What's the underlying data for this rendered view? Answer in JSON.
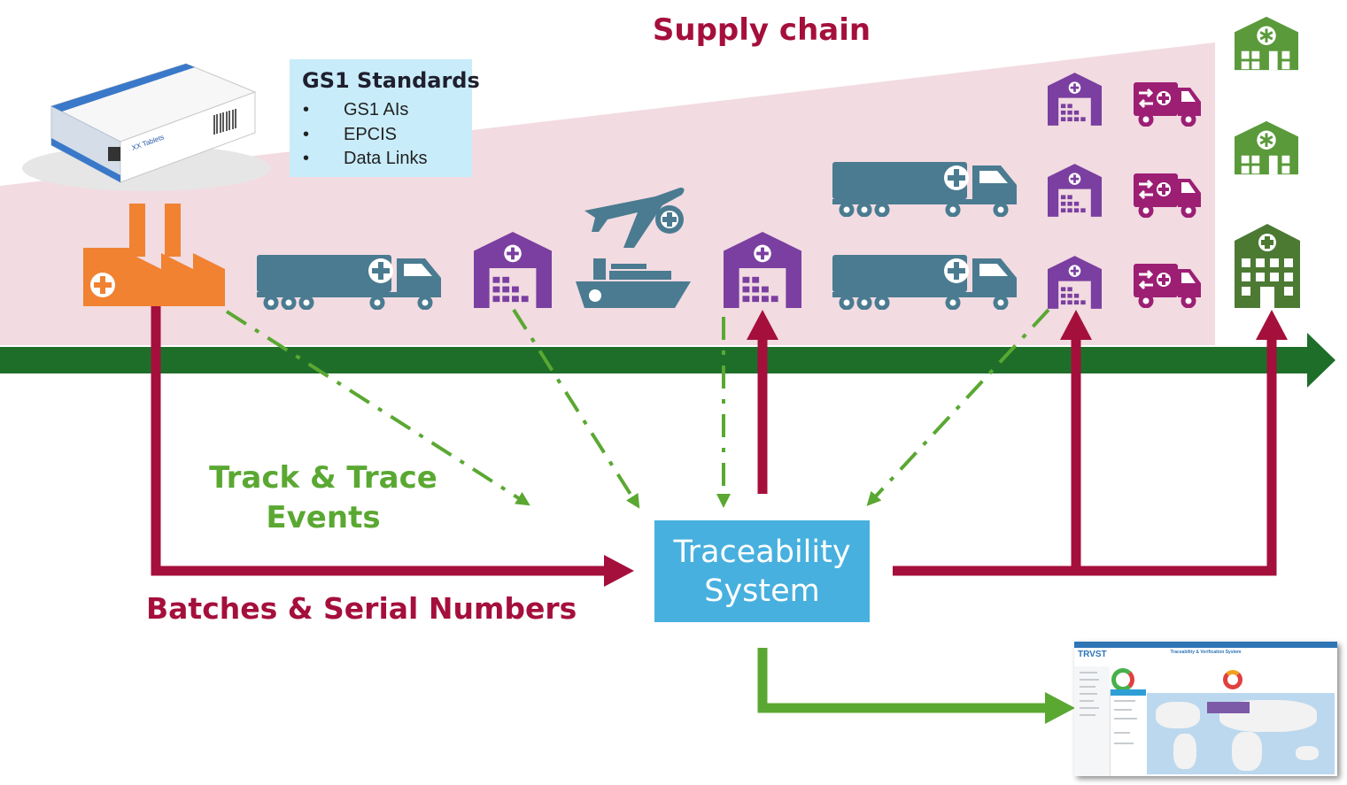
{
  "title": "Supply chain",
  "gs1": {
    "title": "GS1 Standards",
    "items": [
      "GS1 AIs",
      "EPCIS",
      "Data Links"
    ]
  },
  "labels": {
    "track_trace": [
      "Track & Trace",
      "Events"
    ],
    "batches": "Batches & Serial Numbers",
    "system": [
      "Traceability",
      "System"
    ]
  },
  "product_box_label": "XX Tablets",
  "dashboard": {
    "title": "Traceability & Verification System",
    "logo": "TRVST"
  },
  "icons": {
    "manufacturer": "factory-icon",
    "road_transport": "truck-icon",
    "air_transport": "airplane-icon",
    "sea_transport": "ship-icon",
    "warehouse": "warehouse-icon",
    "distribution_vehicle": "delivery-van-icon",
    "pharmacy": "pharmacy-icon",
    "hospital": "hospital-icon"
  },
  "colors": {
    "supply_chain_band": "#f2dbe1",
    "timeline": "#1e6e2a",
    "red_flow": "#a50f3c",
    "green_events": "#5aa832",
    "factory": "#f08232",
    "truck": "#4a7b90",
    "warehouse": "#7a3fa0",
    "van": "#9c1f74",
    "pharmacy": "#5a9a3a",
    "hospital": "#4c7a33",
    "system_box": "#47b0de",
    "gs1_box": "#c9ecfa"
  }
}
